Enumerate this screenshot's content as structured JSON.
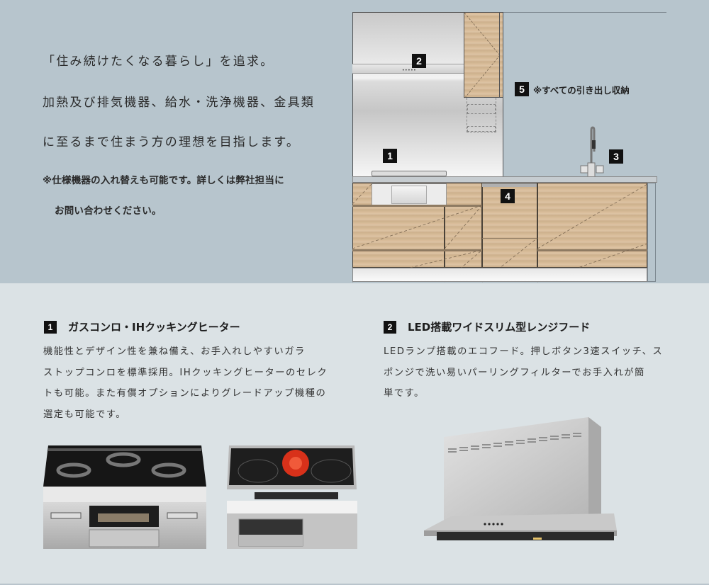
{
  "intro": {
    "lines": [
      "「住み続けたくなる暮らし」を追求。",
      "加熱及び排気機器、給水・洗浄機器、金具類",
      "に至るまで住まう方の理想を目指します。"
    ],
    "note": [
      "※仕様機器の入れ替えも可能です。詳しくは弊社担当に",
      "お問い合わせください。"
    ]
  },
  "diagram": {
    "markers": [
      "1",
      "2",
      "3",
      "4",
      "5"
    ],
    "marker5_label": "※すべての引き出し収納"
  },
  "sections": [
    {
      "number": "1",
      "title": "ガスコンロ・IHクッキングヒーター",
      "body": [
        "機能性とデザイン性を兼ね備え、お手入れしやすいガラ",
        "ストップコンロを標準採用。IHクッキングヒーターのセレク",
        "トも可能。また有償オプションによりグレードアップ機種の",
        "選定も可能です。"
      ],
      "images": [
        "gas-stove-image",
        "ih-cooktop-image"
      ]
    },
    {
      "number": "2",
      "title": "LED搭載ワイドスリム型レンジフード",
      "body": [
        "LEDランプ搭載のエコフード。押しボタン3速スイッチ、ス",
        "ポンジで洗い易いパーリングフィルターでお手入れが簡",
        "単です。"
      ],
      "images": [
        "range-hood-image"
      ]
    }
  ],
  "colors": {
    "top_bg": "#b7c5cd",
    "bottom_bg": "#dbe2e5",
    "badge": "#111111",
    "wood": "#d8bb98"
  }
}
